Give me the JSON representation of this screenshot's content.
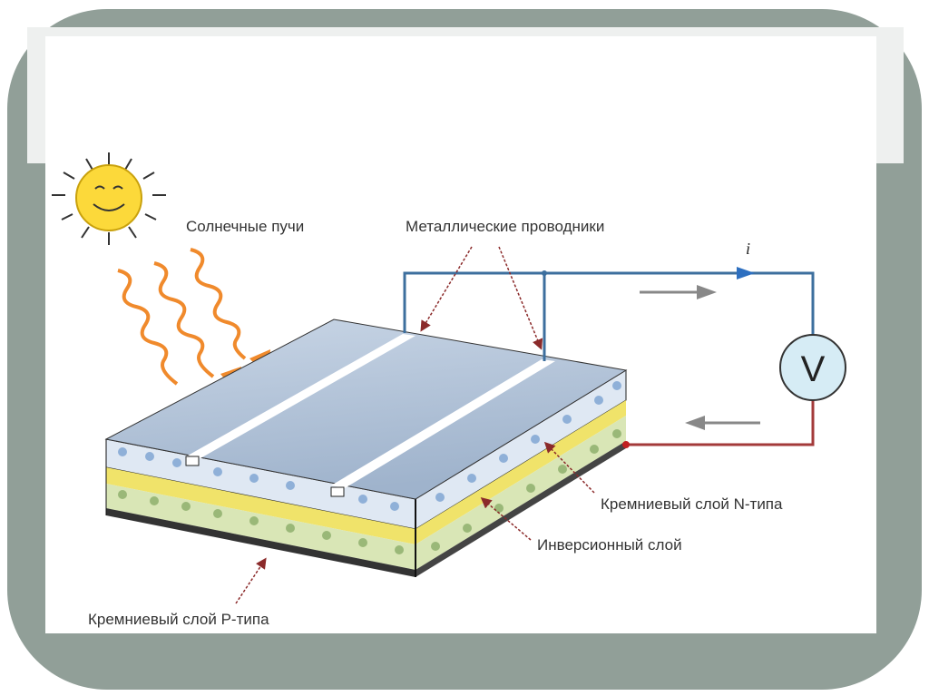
{
  "labels": {
    "sun_rays": "Солнечные пучи",
    "metal_conductors": "Металлические проводники",
    "n_layer": "Кремниевый слой N-типа",
    "inversion_layer": "Инверсионный слой",
    "p_layer": "Кремниевый слой P-типа",
    "current": "i",
    "voltmeter": "V"
  },
  "colors": {
    "frame": "#919f98",
    "wire_top": "#3d6f9e",
    "wire_bottom": "#a33a3a",
    "rays": "#f08a2c",
    "n_layer": "#dfe8f3",
    "inversion": "#f0e36a",
    "p_layer": "#d9e6b6"
  }
}
